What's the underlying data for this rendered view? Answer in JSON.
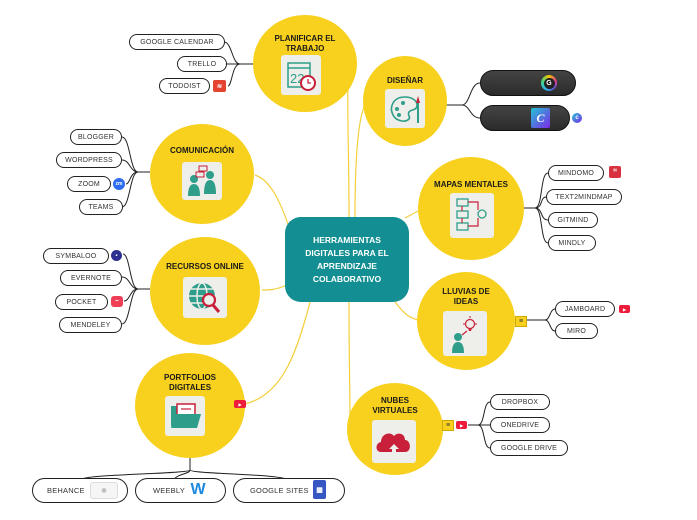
{
  "central": {
    "label": "HERRAMIENTAS DIGITALES PARA EL APRENDIZAJE COLABORATIVO"
  },
  "colors": {
    "branch": "#f7d11e",
    "central": "#138f93",
    "icon_teal": "#2e9e8a",
    "icon_red": "#c8203a",
    "link_yellow": "#f3cf3a",
    "leaf_border": "#222222"
  },
  "branches": {
    "planificar": {
      "title": "PLANIFICAR EL TRABAJO",
      "icon": "calendar-clock-icon",
      "items": [
        {
          "label": "GOOGLE CALENDAR"
        },
        {
          "label": "TRELLO"
        },
        {
          "label": "TODOIST",
          "badge": "todoist-logo-icon"
        }
      ]
    },
    "comunicacion": {
      "title": "COMUNICACIÓN",
      "icon": "people-chat-icon",
      "items": [
        {
          "label": "BLOGGER"
        },
        {
          "label": "WORDPRESS"
        },
        {
          "label": "ZOOM",
          "badge": "zoom-logo-icon",
          "badge_text": "zm"
        },
        {
          "label": "TEAMS"
        }
      ]
    },
    "recursos": {
      "title": "RECURSOS ONLINE",
      "icon": "globe-search-icon",
      "items": [
        {
          "label": "SYMBALOO",
          "badge": "symbaloo-logo-icon"
        },
        {
          "label": "EVERNOTE"
        },
        {
          "label": "POCKET",
          "badge": "pocket-logo-icon"
        },
        {
          "label": "MENDELEY"
        }
      ]
    },
    "portfolios": {
      "title": "PORTFOLIOS DIGITALES",
      "icon": "folder-icon",
      "attachment": "youtube-icon",
      "items": [
        {
          "label": "BEHANCE",
          "badge": "behance-logo-icon"
        },
        {
          "label": "WEEBLY",
          "badge": "weebly-logo-icon"
        },
        {
          "label": "GOOGLE SITES",
          "badge": "google-sites-logo-icon"
        }
      ]
    },
    "disenar": {
      "title": "DISEÑAR",
      "icon": "palette-brush-icon",
      "items": [
        {
          "label": "GENIALLY",
          "badge": "genially-logo-icon"
        },
        {
          "label": "CANVA",
          "badge": "canva-logo-icon",
          "extra_badge": "canva-small-logo-icon"
        }
      ]
    },
    "mapas": {
      "title": "MAPAS MENTALES",
      "icon": "flowchart-icon",
      "items": [
        {
          "label": "MINDOMO",
          "badge": "mindomo-logo-icon"
        },
        {
          "label": "TEXT2MINDMAP"
        },
        {
          "label": "GITMIND"
        },
        {
          "label": "MINDLY"
        }
      ]
    },
    "lluvias": {
      "title": "LLUVIAS DE IDEAS",
      "icon": "person-idea-icon",
      "attachment": "notes-icon",
      "items": [
        {
          "label": "JAMBOARD",
          "badge": "youtube-icon"
        },
        {
          "label": "MIRO"
        }
      ]
    },
    "nubes": {
      "title": "NUBES VIRTUALES",
      "icon": "cloud-upload-icon",
      "attachment": "notes-icon",
      "attachment2": "youtube-icon",
      "items": [
        {
          "label": "DROPBOX"
        },
        {
          "label": "ONEDRIVE"
        },
        {
          "label": "GOOGLE DRIVE"
        }
      ]
    }
  }
}
